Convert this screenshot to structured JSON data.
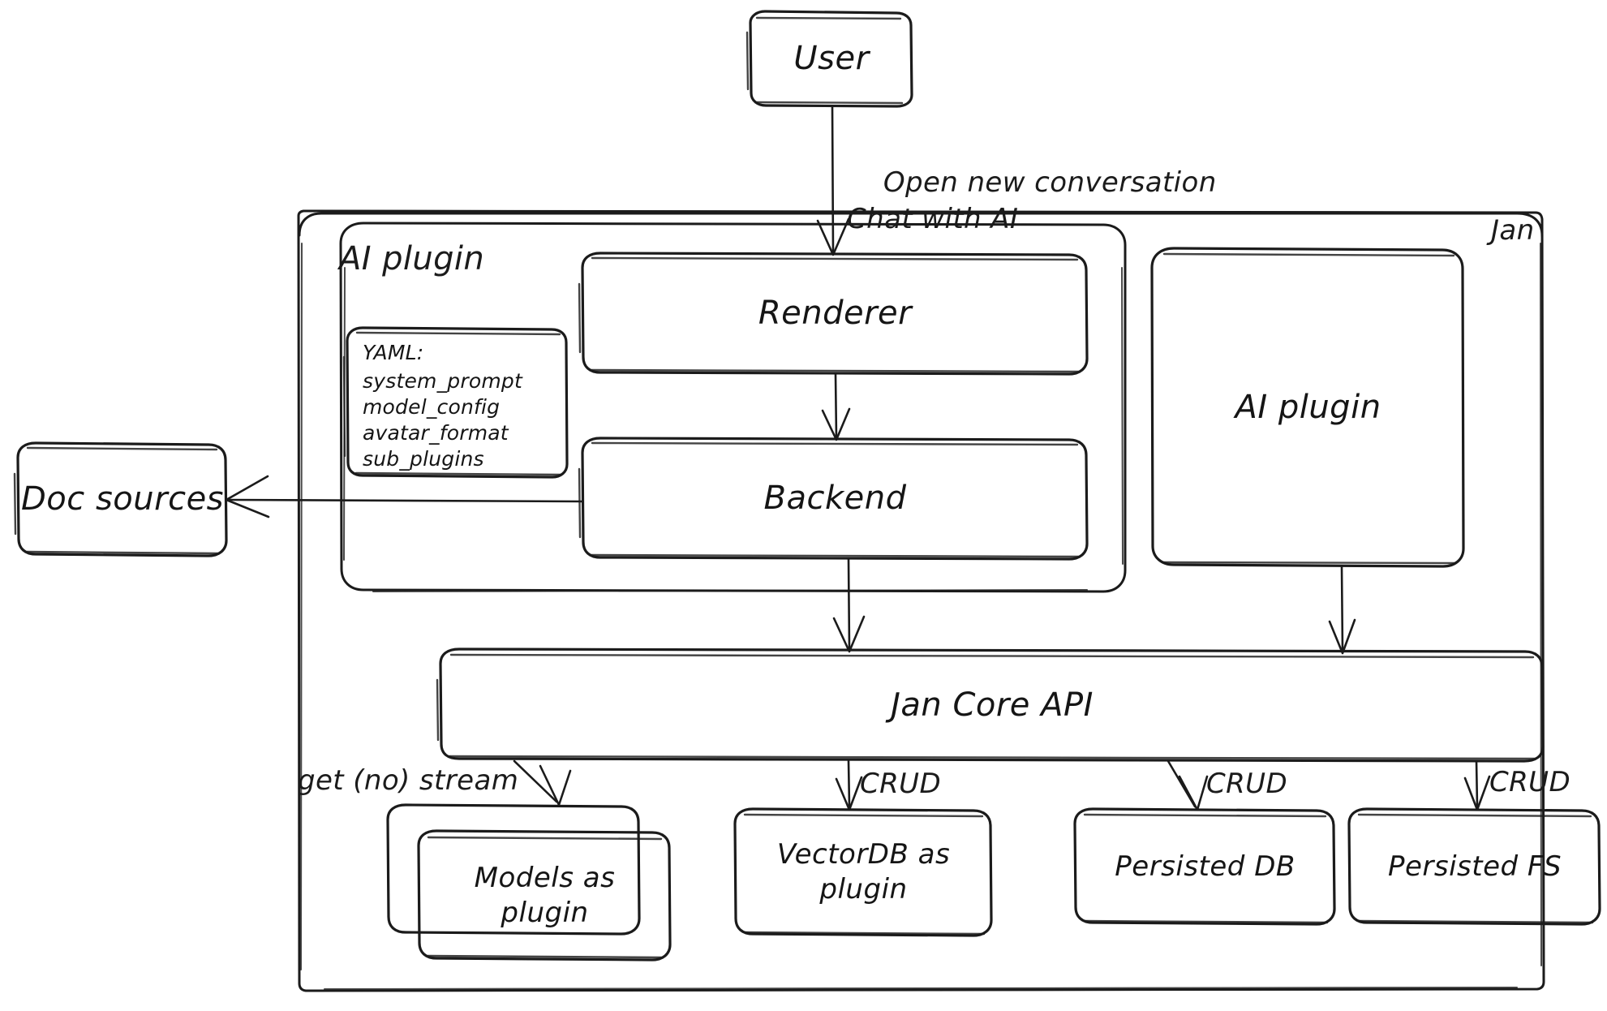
{
  "diagram": {
    "title": "Jan architecture",
    "style": "hand-drawn",
    "stroke_color": "#1b1b1b",
    "background_color": "#ffffff"
  },
  "containers": [
    {
      "id": "jan",
      "label": "Jan"
    },
    {
      "id": "ai-plugin-group",
      "label": "AI plugin"
    }
  ],
  "nodes": [
    {
      "id": "user",
      "label": "User"
    },
    {
      "id": "renderer",
      "label": "Renderer"
    },
    {
      "id": "backend",
      "label": "Backend"
    },
    {
      "id": "ai-plugin",
      "label": "AI plugin"
    },
    {
      "id": "doc-sources",
      "label": "Doc sources"
    },
    {
      "id": "jan-core-api",
      "label": "Jan Core API"
    },
    {
      "id": "models-as-plugin",
      "label": "Models as\nplugin"
    },
    {
      "id": "vectordb-as-plugin",
      "label": "VectorDB as\nplugin"
    },
    {
      "id": "persisted-db",
      "label": "Persisted DB"
    },
    {
      "id": "persisted-fs",
      "label": "Persisted FS"
    }
  ],
  "yaml_note": {
    "title": "YAML:",
    "keys": [
      "system_prompt",
      "model_config",
      "avatar_format",
      "sub_plugins"
    ]
  },
  "edges": [
    {
      "id": "user-renderer",
      "from": "user",
      "to": "renderer",
      "label": "Open new conversation\nChat with AI"
    },
    {
      "id": "renderer-backend",
      "from": "renderer",
      "to": "backend",
      "label": ""
    },
    {
      "id": "backend-doc-sources",
      "from": "backend",
      "to": "doc-sources",
      "label": ""
    },
    {
      "id": "backend-core",
      "from": "backend",
      "to": "jan-core-api",
      "label": ""
    },
    {
      "id": "aiplugin-core",
      "from": "ai-plugin",
      "to": "jan-core-api",
      "label": ""
    },
    {
      "id": "core-models",
      "from": "jan-core-api",
      "to": "models-as-plugin",
      "label": "get (no) stream"
    },
    {
      "id": "core-vectordb",
      "from": "jan-core-api",
      "to": "vectordb-as-plugin",
      "label": "CRUD"
    },
    {
      "id": "core-db",
      "from": "jan-core-api",
      "to": "persisted-db",
      "label": "CRUD"
    },
    {
      "id": "core-fs",
      "from": "jan-core-api",
      "to": "persisted-fs",
      "label": "CRUD"
    }
  ]
}
